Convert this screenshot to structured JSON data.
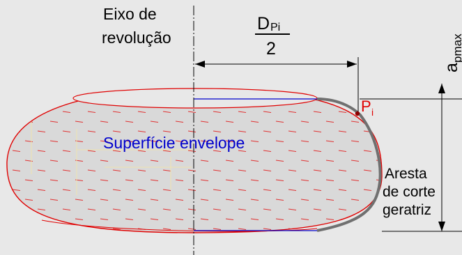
{
  "axis_label": {
    "line1": "Eixo de",
    "line2": "revolução"
  },
  "diameter_label": {
    "base": "D",
    "sub": "Pi",
    "denominator": "2"
  },
  "point_label": {
    "base": "P",
    "sub": "i"
  },
  "surface_label": "Superfície envelope",
  "edge_label": {
    "line1": "Aresta",
    "line2": "de corte",
    "line3": "geratriz"
  },
  "depth_label": {
    "base": "a",
    "sub": "pmax"
  },
  "colors": {
    "background": "#e8e8e8",
    "envelope_fill": "#d9d9d9",
    "outline": "#e00000",
    "hatch": "#e03030",
    "surface_text": "#0000cc",
    "center_line": "#0000cc",
    "cutting_edge": "#707070",
    "point": "#8b0000",
    "point_text": "#e00000",
    "dimension": "#000000"
  }
}
